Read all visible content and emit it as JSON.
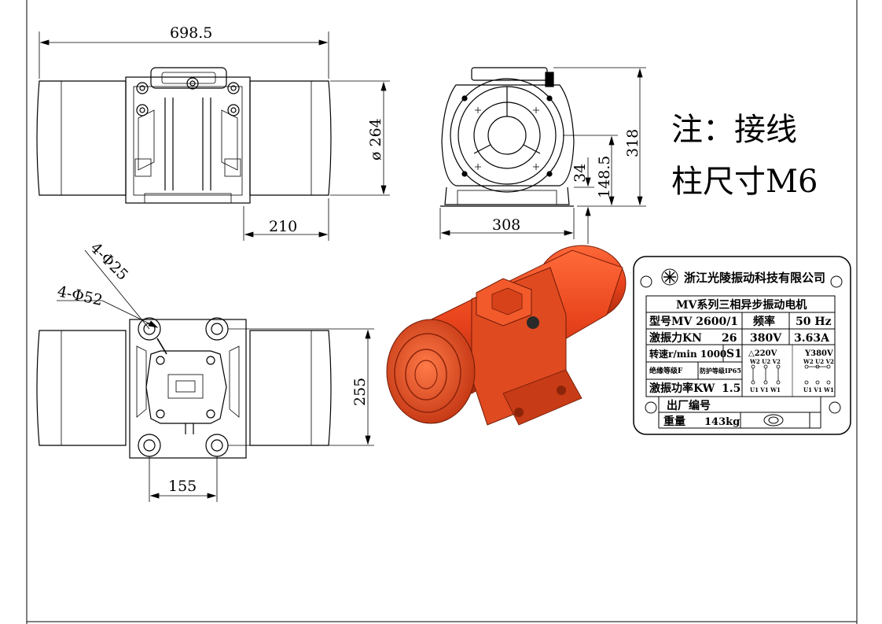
{
  "dimensions": {
    "overall_length": "698.5",
    "body_diameter": "ø 264",
    "foot_offset": "210",
    "overall_height": "318",
    "center_height": "148.5",
    "foot_thickness": "34",
    "foot_width": "308",
    "small_holes": "4-Φ25",
    "large_holes": "4-Φ52",
    "bolt_span_y": "255",
    "bolt_span_x": "155"
  },
  "note": {
    "line1": "注：接线",
    "line2": "柱尺寸M6"
  },
  "nameplate": {
    "company": "浙江光陵振动科技有限公司",
    "title": "MV系列三相异步振动电机",
    "model_label": "型号MV 2600/1",
    "freq_label": "频率",
    "freq_value": "50 Hz",
    "force_label": "激振力KN",
    "force_value": "26",
    "voltage": "380V",
    "current": "3.63A",
    "speed_label": "转速r/min 1000",
    "duty": "S1",
    "delta_label": "△220V",
    "delta_top": "W2 U2 V2",
    "delta_bottom": "U1 V1 W1",
    "star_label": "Y380V",
    "star_top": "W2 U2 V2",
    "star_bottom": "U1 V1 W1",
    "insulation": "绝缘等级F",
    "protection": "防护等级IP65",
    "power_label": "激振功率KW",
    "power_value": "1.5",
    "serial_label": "出厂编号",
    "weight_label": "重量",
    "weight_value": "143kg"
  },
  "colors": {
    "motor_body": "#e8431c",
    "motor_shadow": "#b52e10",
    "line": "#000000"
  }
}
